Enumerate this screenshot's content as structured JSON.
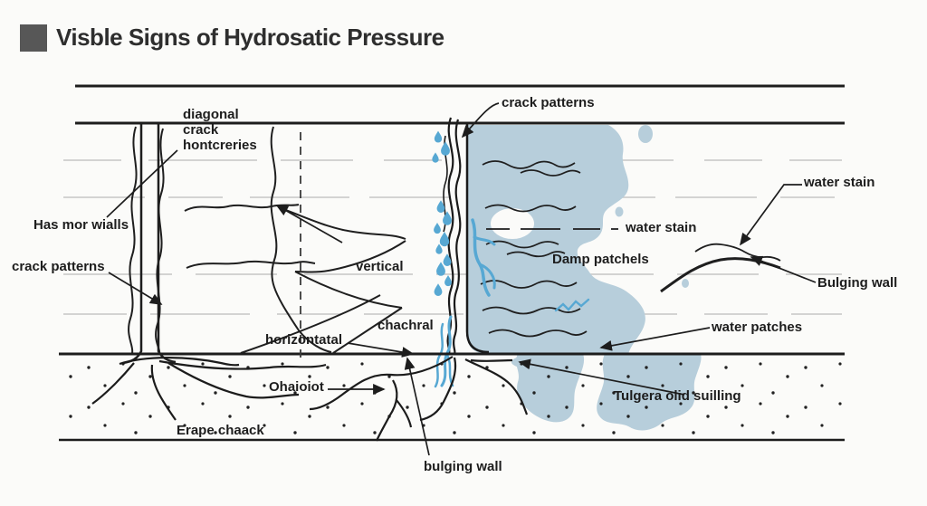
{
  "title": "Visble Signs of Hydrosatic Pressure",
  "labels": {
    "diagonal_crack": "diagonal\ncrack\nhontcreries",
    "crack_patterns_top": "crack patterns",
    "has_mor_wialls": "Has mor wialls",
    "crack_patterns_left": "crack patterns",
    "vertical": "vertical",
    "water_stain_right": "water stain",
    "water_stain_mid": "water stain",
    "damp_patchels": "Damp patchels",
    "bulging_wall_right": "Bulging wall",
    "water_patches": "water patches",
    "chachral": "chachral",
    "horizontatal": "horizontatal",
    "ohaioiot": "Ohaioiot",
    "erape_chaack": "Erape chaack",
    "tulgera": "Tulgera olid suilling",
    "bulging_wall_bottom": "bulging wall"
  },
  "colors": {
    "damp_patch": "#b7cedb",
    "water_blue": "#57a8d3",
    "line_black": "#1d1d1d",
    "mortar_gray": "#c6c6c6",
    "title_square": "#575757",
    "background": "#fbfbf9"
  }
}
